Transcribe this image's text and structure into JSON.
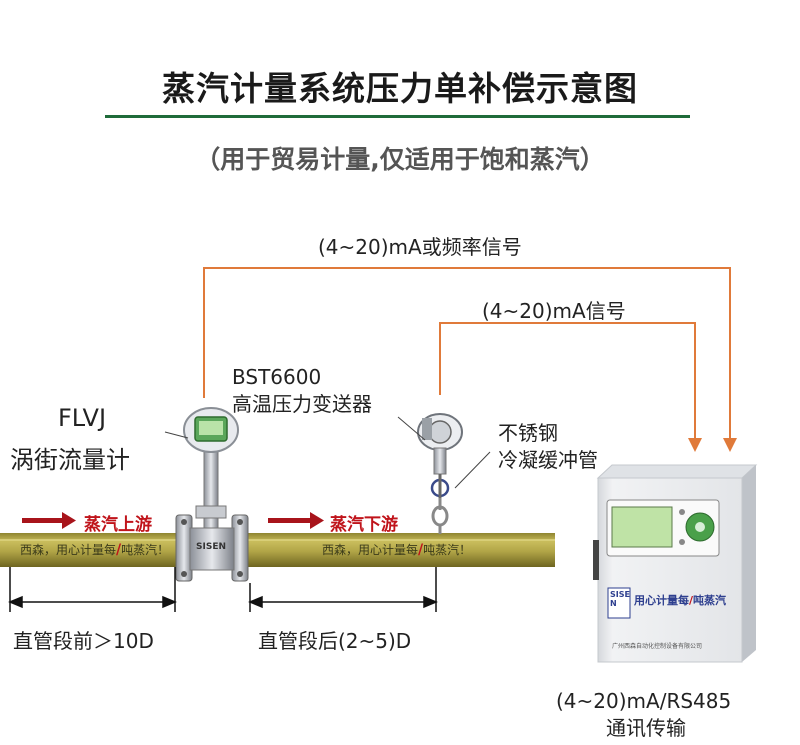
{
  "header": {
    "title": "蒸汽计量系统压力单补偿示意图",
    "subtitle": "（用于贸易计量,仅适用于饱和蒸汽）"
  },
  "signals": {
    "top": "(4~20)mA或频率信号",
    "second": "(4~20)mA信号"
  },
  "devices": {
    "transmitter_model": "BST6600",
    "transmitter_name": "高温压力变送器",
    "flowmeter_model": "FLVJ",
    "flowmeter_name": "涡街流量计",
    "siphon_line1": "不锈钢",
    "siphon_line2": "冷凝缓冲管",
    "flowmeter_brand": "SISEN",
    "cabinet_brand": "SISEN",
    "cabinet_slogan": "用心计量每",
    "cabinet_slogan_2": "吨蒸汽",
    "cabinet_maker": "广州西森自动化控制设备有限公司"
  },
  "flow": {
    "upstream": "蒸汽上游",
    "downstream": "蒸汽下游"
  },
  "pipe": {
    "slogan_left": "西森，用心计量每",
    "slogan_left_end": "吨蒸汽！",
    "slogan_right": "西森，用心计量每",
    "slogan_right_end": "吨蒸汽！"
  },
  "dimensions": {
    "front": "直管段前＞10D",
    "back": "直管段后(2~5)D"
  },
  "output": {
    "line1": "(4~20)mA/RS485",
    "line2": "通讯传输"
  },
  "colors": {
    "signal_line": "#e07a3a",
    "title_rule": "#1f6b3a",
    "flow_arrow": "#a8141b",
    "pipe": "#b0a446"
  }
}
